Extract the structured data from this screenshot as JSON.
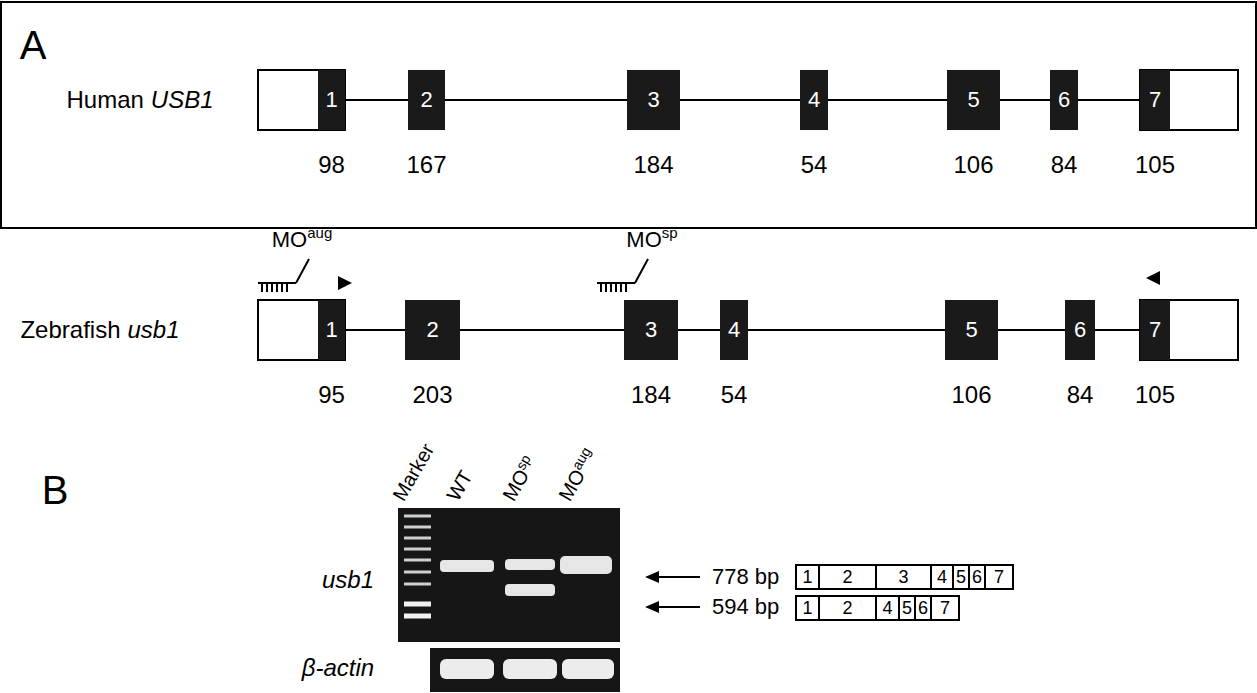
{
  "diagram": {
    "nodes": [
      {
        "text": [
          "1"
        ]
      },
      {
        "text": [
          "2"
        ]
      },
      {
        "text": [
          "3"
        ]
      },
      {
        "text": [
          "4"
        ]
      },
      {
        "text": [
          "5"
        ]
      },
      {
        "text": [
          "6"
        ]
      },
      {
        "text": [
          "7"
        ]
      },
      {
        "text": [
          "1"
        ]
      },
      {
        "text": [
          "2"
        ]
      },
      {
        "text": [
          "3"
        ]
      },
      {
        "text": [
          "4"
        ]
      },
      {
        "text": [
          "5"
        ]
      },
      {
        "text": [
          "6"
        ]
      },
      {
        "text": [
          "7"
        ]
      },
      {
        "text": [
          "1"
        ]
      },
      {
        "text": [
          "2"
        ]
      },
      {
        "text": [
          "3"
        ]
      },
      {
        "text": [
          "4"
        ]
      },
      {
        "text": [
          "5"
        ]
      },
      {
        "text": [
          "6"
        ]
      },
      {
        "text": [
          "7"
        ]
      },
      {
        "text": [
          "1"
        ]
      },
      {
        "text": [
          "2"
        ]
      },
      {
        "text": [
          "4"
        ]
      },
      {
        "text": [
          "5"
        ]
      },
      {
        "text": [
          "6"
        ]
      },
      {
        "text": [
          "7"
        ]
      }
    ],
    "edges": [
      {
        "from": 0,
        "to": 1,
        "arrow": "none"
      },
      {
        "from": 1,
        "to": 2,
        "arrow": "none"
      },
      {
        "from": 2,
        "to": 3,
        "arrow": "none"
      },
      {
        "from": 3,
        "to": 4,
        "arrow": "none"
      },
      {
        "from": 4,
        "to": 5,
        "arrow": "none"
      },
      {
        "from": 5,
        "to": 6,
        "arrow": "none"
      },
      {
        "from": 7,
        "to": 8,
        "arrow": "none"
      },
      {
        "from": 8,
        "to": 9,
        "arrow": "none"
      },
      {
        "from": 9,
        "to": 10,
        "arrow": "none"
      },
      {
        "from": 10,
        "to": 11,
        "arrow": "none"
      },
      {
        "from": 11,
        "to": 12,
        "arrow": "none"
      },
      {
        "from": 12,
        "to": 13,
        "arrow": "none"
      }
    ],
    "labels": [
      "A",
      "Human",
      "USB1",
      "98",
      "167",
      "184",
      "54",
      "106",
      "84",
      "105",
      "Zebrafish",
      "usb1",
      "MO",
      "aug",
      "MO",
      "sp",
      "95",
      "203",
      "184",
      "54",
      "106",
      "84",
      "105",
      "B",
      "Marker",
      "WT",
      "MO",
      "sp",
      "MO",
      "aug",
      "usb1",
      "β-actin",
      "778 bp",
      "594 bp"
    ]
  }
}
